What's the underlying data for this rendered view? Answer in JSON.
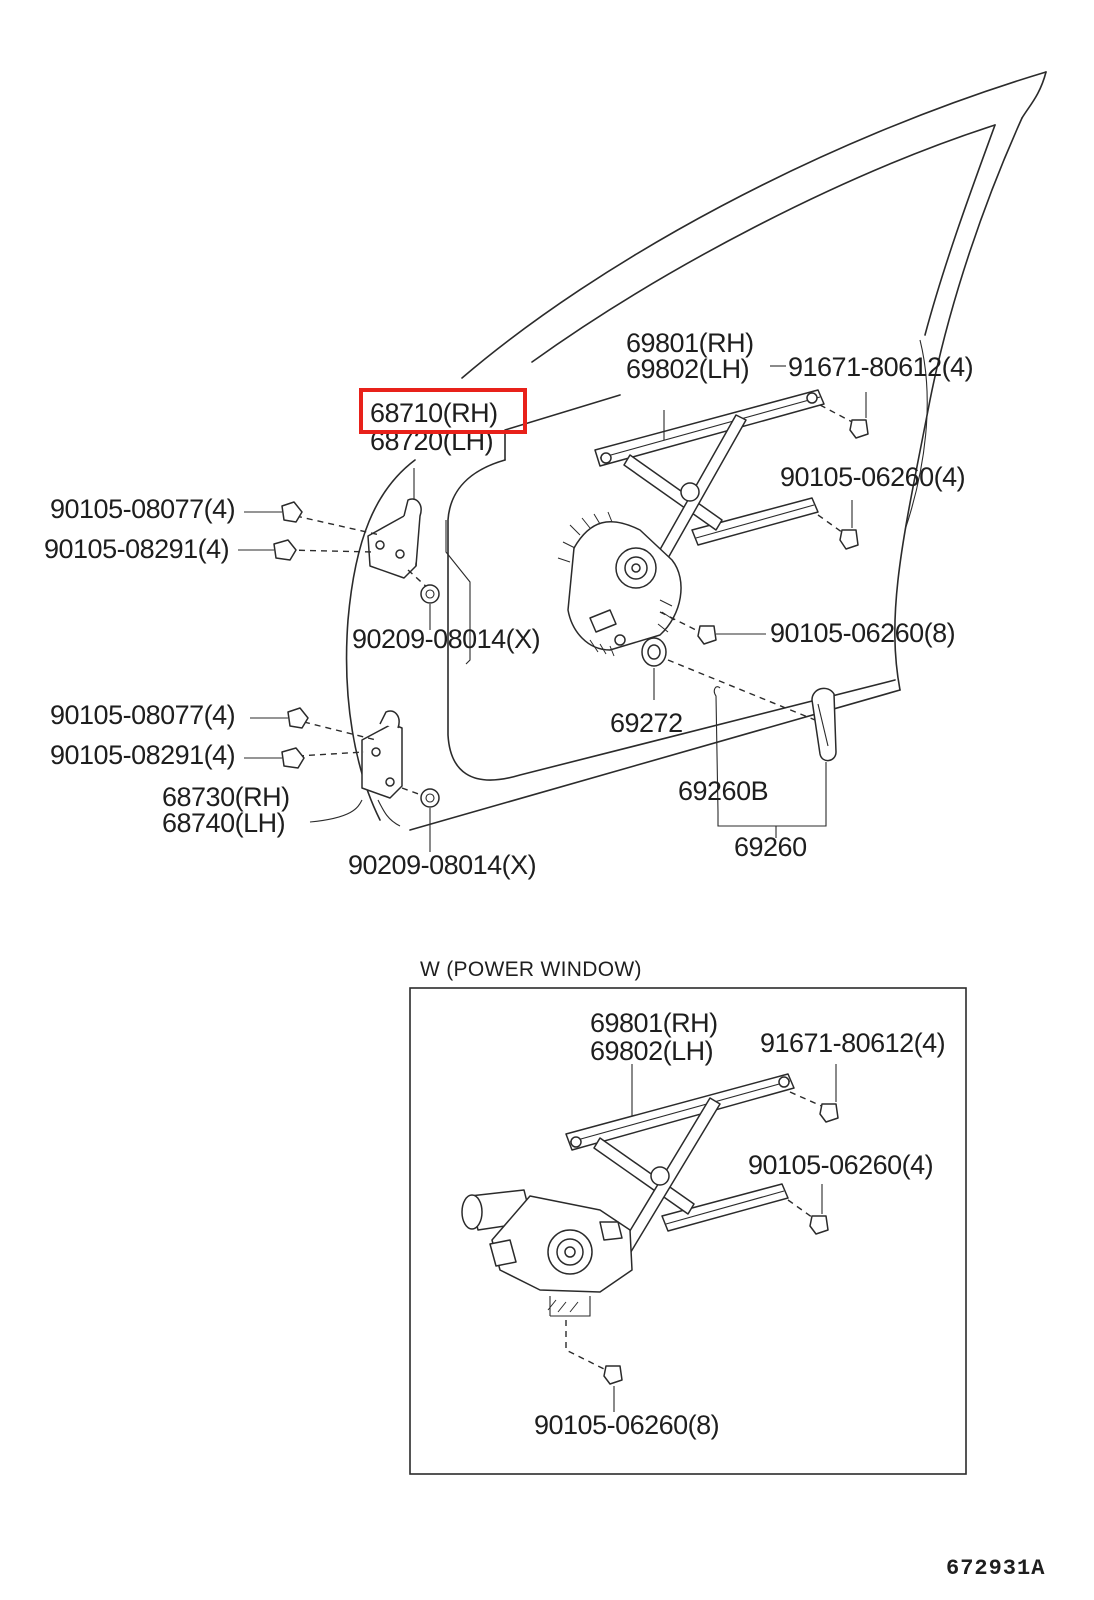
{
  "labels": {
    "regulator_rh": "69801(RH)",
    "regulator_lh": "69802(LH)",
    "bolt_top_right": "91671-80612(4)",
    "hinge_upper_rh": "68710(RH)",
    "hinge_upper_lh": "68720(LH)",
    "bolt_mid_right": "90105-06260(4)",
    "hinge_upper_bolt_a": "90105-08077(4)",
    "hinge_upper_bolt_b": "90105-08291(4)",
    "hinge_upper_nut": "90209-08014(X)",
    "regulator_bolt": "90105-06260(8)",
    "washer": "69272",
    "hinge_lower_bolt_a": "90105-08077(4)",
    "hinge_lower_bolt_b": "90105-08291(4)",
    "hinge_lower_rh": "68730(RH)",
    "hinge_lower_lh": "68740(LH)",
    "handle_sub": "69260B",
    "handle": "69260",
    "hinge_lower_nut": "90209-08014(X)"
  },
  "inset": {
    "title": "W (POWER WINDOW)",
    "regulator_rh": "69801(RH)",
    "regulator_lh": "69802(LH)",
    "bolt_top_right": "91671-80612(4)",
    "bolt_mid_right": "90105-06260(4)",
    "bolt_bottom": "90105-06260(8)"
  },
  "diagram_code": "672931A",
  "highlight": {
    "label": "68710(RH)",
    "color": "#e8211a"
  }
}
